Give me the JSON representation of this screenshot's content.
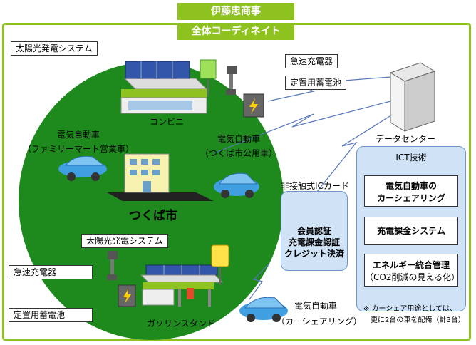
{
  "header": {
    "company": "伊藤忠商事",
    "subtitle": "全体コーディネイト"
  },
  "labels": {
    "solar_top": "太陽光発電システム",
    "fast_charger_top": "急速充電器",
    "battery_top": "定置用蓄電池",
    "convenience_store": "コンビニ",
    "ev_family_line1": "電気自動車",
    "ev_family_line2": "（ファミリーマート営業車）",
    "ev_tsukuba_line1": "電気自動車",
    "ev_tsukuba_line2": "（つくば市公用車）",
    "city": "つくば市",
    "data_center": "データセンター",
    "solar_bottom": "太陽光発電システム",
    "fast_charger_bottom": "急速充電器",
    "battery_bottom": "定置用蓄電池",
    "gas_station": "ガソリンスタンド",
    "ev_share_line1": "電気自動車",
    "ev_share_line2": "（カーシェアリング）"
  },
  "ic_card": {
    "title": "非接触式ICカード",
    "line1": "会員認証",
    "line2": "充電課金認証",
    "line3": "クレジット決済"
  },
  "ict": {
    "title": "ICT技術",
    "box1_line1": "電気自動車の",
    "box1_line2": "カーシェアリング",
    "box2": "充電課金システム",
    "box3_line1": "エネルギー統合管理",
    "box3_line2": "（CO2削減の見える化）"
  },
  "note": {
    "line1": "※ カーシェア用途としては、",
    "line2": "更に2台の車を配備（計3台）"
  },
  "colors": {
    "frame_green": "#8dc21f",
    "area_green": "#1e8a1e",
    "panel_blue": "#cfe2f6",
    "car_blue": "#3f9fe0"
  }
}
